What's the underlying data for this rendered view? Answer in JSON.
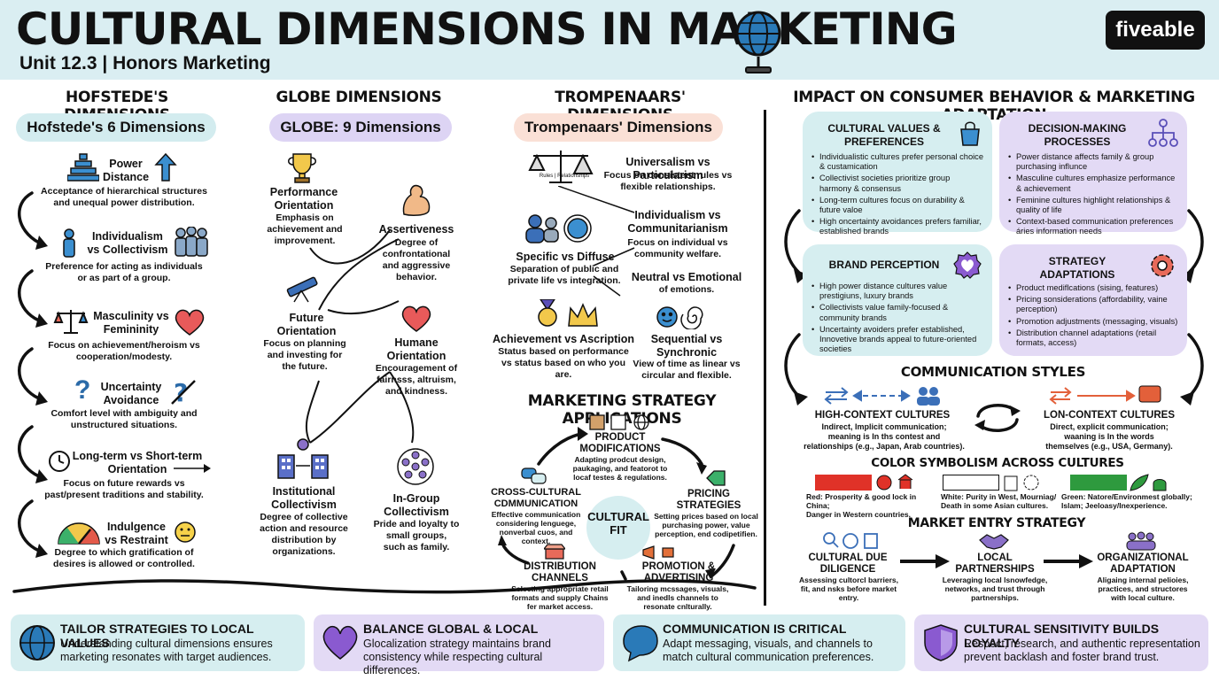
{
  "header": {
    "title": "CULTURAL DIMENSIONS IN MARKETING",
    "subtitle": "Unit 12.3 | Honors Marketing",
    "brand": "fiveable"
  },
  "hofstede": {
    "heading": "HOFSTEDE'S DIMENSIONS",
    "pill": "Hofstede's 6 Dimensions",
    "items": [
      {
        "label": "Power\nDistance",
        "desc": "Acceptance of hierarchical structures\nand unequal power distribution."
      },
      {
        "label": "Individualism\nvs Collectivism",
        "desc": "Preference for acting as individuals\nor as part of a group."
      },
      {
        "label": "Masculinity vs\nFemininity",
        "desc": "Focus on achievement/heroism vs\ncooperation/modesty."
      },
      {
        "label": "Uncertainty\nAvoidance",
        "desc": "Comfort level with ambiguity and\nunstructured situations."
      },
      {
        "label": "Long-term vs Short-term\nOrientation",
        "desc": "Focus on future rewards vs\npast/present traditions and stability."
      },
      {
        "label": "Indulgence\nvs Restraint",
        "desc": "Degree to which gratification of\ndesires is allowed or controlled."
      }
    ]
  },
  "globe": {
    "heading": "GLOBE DIMENSIONS",
    "pill": "GLOBE: 9 Dimensions",
    "items": [
      {
        "label": "Performance\nOrientation",
        "desc": "Emphasis on\nachievement and\nimprovement."
      },
      {
        "label": "Assertiveness",
        "desc": "Degree of\nconfrontational\nand aggressive\nbehavior."
      },
      {
        "label": "Future\nOrientation",
        "desc": "Focus on planning\nand investing for\nthe future."
      },
      {
        "label": "Humane\nOrientation",
        "desc": "Encouragement of\nfairnsss, altruism,\nand kindness."
      },
      {
        "label": "Institutional\nCollectivism",
        "desc": "Degree of collective\naction and resource\ndistribution by\norganizations."
      },
      {
        "label": "In-Group\nCollectivism",
        "desc": "Pride and loyalty to\nsmall groups,\nsuch as family."
      }
    ]
  },
  "trompenaars": {
    "heading": "TROMPENAARS' DIMENSIONS",
    "pill": "Trompenaars' Dimensions",
    "scale_text": "Rules | Relationships",
    "items": [
      {
        "label": "Universalism vs Particularism",
        "desc": "Focus on consistent rules vs\nflexible relationships."
      },
      {
        "label": "Individualism vs\nCommunitarianism",
        "desc": "Focus on individual vs\ncommunity welfare."
      },
      {
        "label": "Specific vs Diffuse",
        "desc": "Separation of public and\nprivate life vs integration."
      },
      {
        "label": "Neutral vs Emotional",
        "desc": "of emotions."
      },
      {
        "label": "Achievement vs Ascription",
        "desc": "Status based on performance\nvs status based on who you\nare."
      },
      {
        "label": "Sequential vs\nSynchronic",
        "desc": "View of time as linear vs\ncircular and flexible."
      }
    ]
  },
  "strategy": {
    "heading": "MARKETING STRATEGY APPLICATIONS",
    "center": "CULTURAL\nFIT",
    "items": [
      {
        "label": "PRODUCT\nMODIFICATIONS",
        "desc": "Adapting prodcut design,\npaukaging, and featorot to\nlocaf testes & regulations."
      },
      {
        "label": "PRICING\nSTRATEGIES",
        "desc": "Setting prices based on local\npurchasing power, value\nperception, end codipetifien."
      },
      {
        "label": "PROMOTION &\nADVERTISING",
        "desc": "Tailoring mcssages, visuals,\nand inedls channels to\nresonate cnlturally."
      },
      {
        "label": "DISTRIBUTION\nCHANNELS",
        "desc": "Selecting appropriate retail\nformats and supply Chains\nfer market access."
      },
      {
        "label": "CROSS-CULTURAL\nCDMMUNICATION",
        "desc": "Effective communication\nconsidering lenguege,\nnonverbal cuos, and context."
      }
    ]
  },
  "impact": {
    "heading": "IMPACT ON CONSUMER BEHAVIOR & MARKETING ADAPTATION",
    "cards": [
      {
        "title": "CULTURAL VALUES &\nPREFERENCES",
        "bullets": [
          "Individualistic cultures prefer personal choice & custamication",
          "Collectivist societies prioritize group harmony & consensus",
          "Long-term cultures focus on durability & future valoe",
          "High oncertainty avoidances prefers familiar, established brands"
        ]
      },
      {
        "title": "DECISION-MAKING\nPROCESSES",
        "bullets": [
          "Power distance affects family & group purchasing influnce",
          "Masculine cultures emphasize performance & achievement",
          "Feminine cultures highlight relationships & quality of life",
          "Context-based communication preferences áries information needs"
        ]
      },
      {
        "title": "BRAND PERCEPTION",
        "bullets": [
          "High power distance cultures value prestigiuns, luxury brands",
          "Collectivists value family-focused & community brands",
          "Uncertainty avoiders prefer established, Innovetive brands appeal to future-oriented societies"
        ]
      },
      {
        "title": "STRATEGY\nADAPTATIONS",
        "bullets": [
          "Product mediflcations (sising, features)",
          "Pricing sonsiderations (affordability, vaine perception)",
          "Promotion adjustments (messaging, visuals)",
          "Distribution channel adaptations (retail formats, access)"
        ]
      }
    ],
    "comm": {
      "heading": "COMMUNICATION STYLES",
      "high_label": "HIGH-CONTEXT CULTURES",
      "high_desc": "Indirect, Implicit communication;\nmeaning is In ths contest and\nrelationships (e.g., Japan, Arab countries).",
      "low_label": "LON-CONTEXT CULTURES",
      "low_desc": "Direct, explicit communication;\nwaaning is In the words\nthemselves (e.g., USA, Germany)."
    },
    "color": {
      "heading": "COLOR SYMBOLISM ACROSS CULTURES",
      "items": [
        {
          "desc": "Red: Prosperity & good lock in China;\nDanger in Western countries.",
          "color": "#e03228"
        },
        {
          "desc": "White: Purity in West, Mourniag/\nDeath in some Asian cultures.",
          "color": "#ffffff"
        },
        {
          "desc": "Green: Natore/Environmest globally;\nIslam; Jeeloasy/Inexperience.",
          "color": "#2e9a3e"
        }
      ]
    },
    "entry": {
      "heading": "MARKET ENTRY STRATEGY",
      "items": [
        {
          "label": "CULTURAL DUE\nDILIGENCE",
          "desc": "Assessing cultorcl barriers,\nfit, and nsks before market\nentry."
        },
        {
          "label": "LOCAL\nPARTNERSHIPS",
          "desc": "Leveraging local lsnowfedge,\nnetworks, and trust through\npartnerships."
        },
        {
          "label": "ORGANIZATIONAL\nADAPTATION",
          "desc": "Aligaing internal pelioies,\npractices, and structores\nwith local culture."
        }
      ]
    }
  },
  "takeaways": [
    {
      "title": "TAILOR STRATEGIES TO LOCAL VALUES",
      "desc": "Understanding cultural dimensions ensures\nmarketing resonates with target audiences."
    },
    {
      "title": "BALANCE GLOBAL & LOCAL",
      "desc": "Glocalization strategy maintains brand\nconsistency while respecting cultural differences."
    },
    {
      "title": "COMMUNICATION IS CRITICAL",
      "desc": "Adapt messaging, visuals, and channels to\nmatch cultural communication preferences."
    },
    {
      "title": "CULTURAL SENSITIVITY BUILDS LOYALTY",
      "desc": "Respect, research, and authentic representation\nprevent backlash and foster brand trust."
    }
  ],
  "colors": {
    "header_bg": "#daeef2",
    "teal_pill": "#d3ecef",
    "purple_pill": "#ddd4f4",
    "peach_pill": "#fae0d6",
    "card_teal": "#d6eef0",
    "card_purple": "#e3daf5"
  }
}
